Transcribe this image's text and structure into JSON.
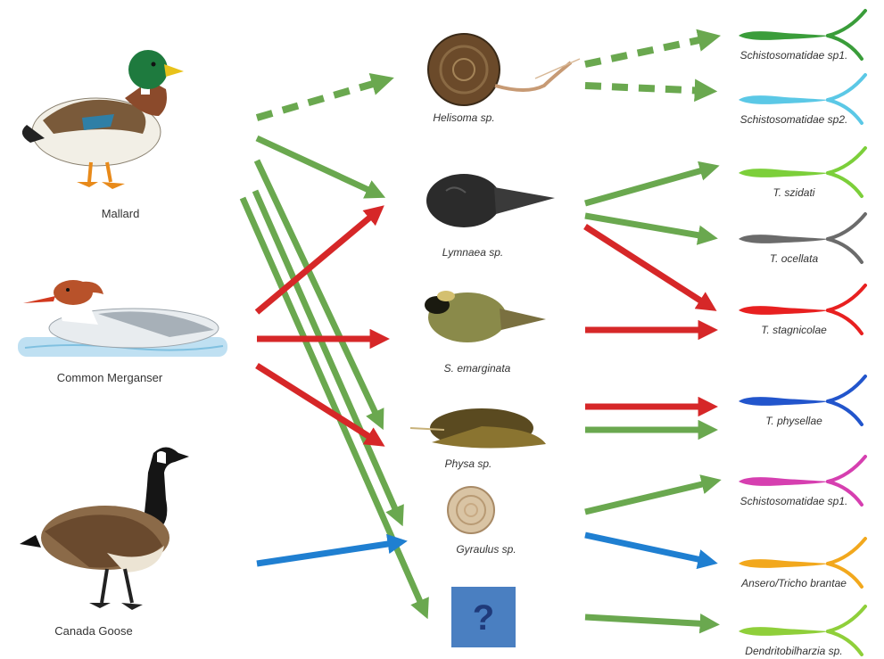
{
  "colors": {
    "green": "#6aa84f",
    "red": "#d62728",
    "blue": "#1f7fd1",
    "unknown_box": "#4a7fc1"
  },
  "birds": [
    {
      "label": "Mallard",
      "icon": "mallard-icon"
    },
    {
      "label": "Common Merganser",
      "icon": "merganser-icon"
    },
    {
      "label": "Canada Goose",
      "icon": "canada-goose-icon"
    }
  ],
  "snails": [
    {
      "label": "Helisoma sp.",
      "icon": "helisoma-snail-icon"
    },
    {
      "label": "Lymnaea sp.",
      "icon": "lymnaea-snail-icon"
    },
    {
      "label": "S. emarginata",
      "icon": "stagnicola-snail-icon"
    },
    {
      "label": "Physa sp.",
      "icon": "physa-snail-icon"
    },
    {
      "label": "Gyraulus sp.",
      "icon": "gyraulus-snail-icon"
    },
    {
      "label": "",
      "icon": "unknown-host-icon",
      "mark": "?"
    }
  ],
  "parasites": [
    {
      "label": "Schistosomatidae sp1.",
      "color": "#3a9d3a"
    },
    {
      "label": "Schistosomatidae sp2.",
      "color": "#5bc8e6"
    },
    {
      "label": "T. szidati",
      "color": "#7ccf3a"
    },
    {
      "label": "T. ocellata",
      "color": "#6b6b6b"
    },
    {
      "label": "T. stagnicolae",
      "color": "#e82020"
    },
    {
      "label": "T. physellae",
      "color": "#2255cc"
    },
    {
      "label": "Schistosomatidae sp1.",
      "color": "#d63fb0"
    },
    {
      "label": "Ansero/Tricho brantae",
      "color": "#f2a81d"
    },
    {
      "label": "Dendritobilharzia sp.",
      "color": "#8fcf3a"
    }
  ],
  "arrows": [
    {
      "from": "Mallard",
      "to": "Helisoma sp.",
      "color": "green",
      "style": "dashed"
    },
    {
      "from": "Mallard",
      "to": "Lymnaea sp.",
      "color": "green",
      "style": "solid"
    },
    {
      "from": "Mallard",
      "to": "Physa sp.",
      "color": "green",
      "style": "solid"
    },
    {
      "from": "Mallard",
      "to": "Gyraulus sp.",
      "color": "green",
      "style": "solid"
    },
    {
      "from": "Mallard",
      "to": "?",
      "color": "green",
      "style": "solid"
    },
    {
      "from": "Common Merganser",
      "to": "Lymnaea sp.",
      "color": "red",
      "style": "solid"
    },
    {
      "from": "Common Merganser",
      "to": "S. emarginata",
      "color": "red",
      "style": "solid"
    },
    {
      "from": "Common Merganser",
      "to": "Physa sp.",
      "color": "red",
      "style": "solid"
    },
    {
      "from": "Canada Goose",
      "to": "Gyraulus sp.",
      "color": "blue",
      "style": "solid"
    },
    {
      "from": "Helisoma sp.",
      "to": "Schistosomatidae sp1.",
      "color": "green",
      "style": "dashed"
    },
    {
      "from": "Helisoma sp.",
      "to": "Schistosomatidae sp2.",
      "color": "green",
      "style": "dashed"
    },
    {
      "from": "Lymnaea sp.",
      "to": "T. szidati",
      "color": "green",
      "style": "solid"
    },
    {
      "from": "Lymnaea sp.",
      "to": "T. ocellata",
      "color": "green",
      "style": "solid"
    },
    {
      "from": "Lymnaea sp.",
      "to": "T. stagnicolae",
      "color": "red",
      "style": "solid"
    },
    {
      "from": "S. emarginata",
      "to": "T. stagnicolae",
      "color": "red",
      "style": "solid"
    },
    {
      "from": "Physa sp.",
      "to": "T. physellae",
      "color": "red",
      "style": "solid"
    },
    {
      "from": "Physa sp.",
      "to": "T. physellae",
      "color": "green",
      "style": "solid"
    },
    {
      "from": "Gyraulus sp.",
      "to": "Schistosomatidae sp1.",
      "color": "green",
      "style": "solid"
    },
    {
      "from": "Gyraulus sp.",
      "to": "Ansero/Tricho brantae",
      "color": "blue",
      "style": "solid"
    },
    {
      "from": "?",
      "to": "Dendritobilharzia sp.",
      "color": "green",
      "style": "solid"
    }
  ]
}
